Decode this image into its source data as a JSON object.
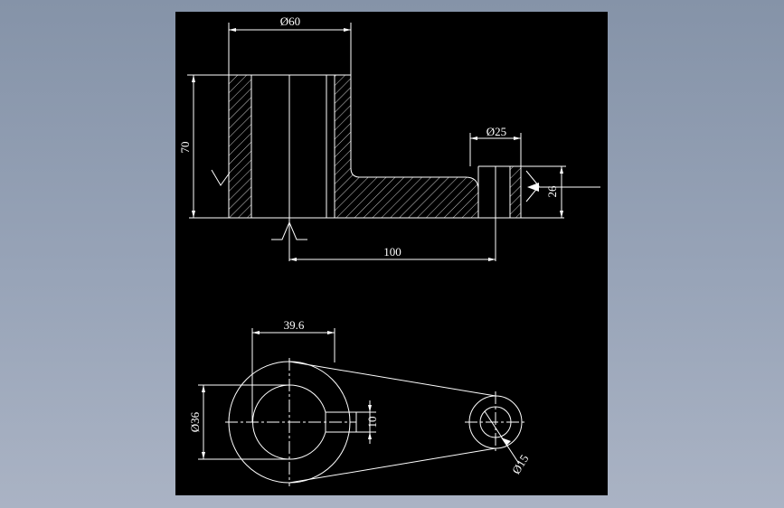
{
  "drawing": {
    "background_color": "#000000",
    "line_color": "#ffffff",
    "page_background": "#8f9cb1"
  },
  "dimensions": {
    "front_top_diameter": "Ø60",
    "front_height": "70",
    "right_boss_diameter": "Ø25",
    "right_boss_height": "26",
    "center_distance": "100",
    "plan_offset": "39.6",
    "plan_left_diameter": "Ø36",
    "plan_slot_width": "10",
    "plan_hole_diameter": "Ø15"
  }
}
